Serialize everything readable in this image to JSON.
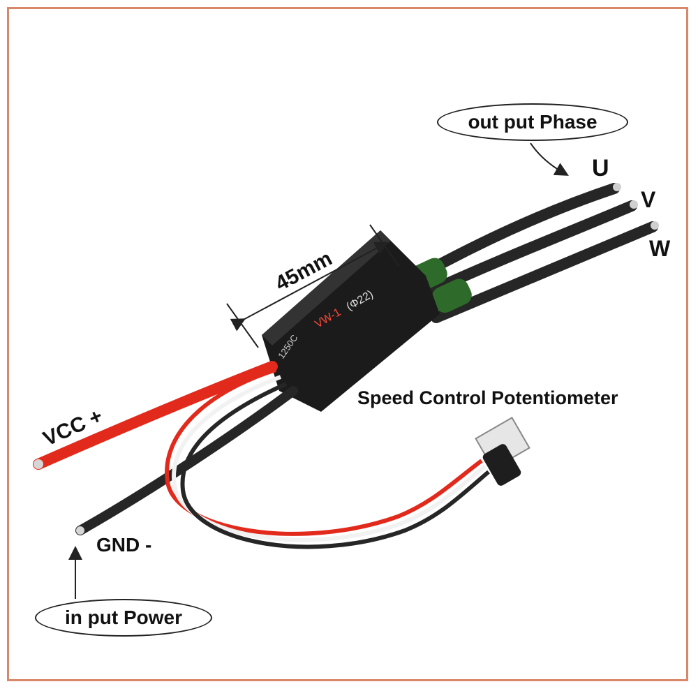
{
  "labels": {
    "output_phase": "out put Phase",
    "phase_u": "U",
    "phase_v": "V",
    "phase_w": "W",
    "dimension": "45mm",
    "speed_control": "Speed Control Potentiometer",
    "vcc": "VCC +",
    "gnd": "GND -",
    "input_power": "in put Power",
    "body_mark_1": "VW-1",
    "body_mark_2": "(Φ22)",
    "body_mark_3": "1250C"
  },
  "colors": {
    "frame": "#d9876a",
    "controller_body": "#1b1b1b",
    "red_wire": "#e22a1c",
    "black_wire": "#262626",
    "white_wire": "#f2f2f2",
    "capacitor": "#2e6b2a"
  }
}
